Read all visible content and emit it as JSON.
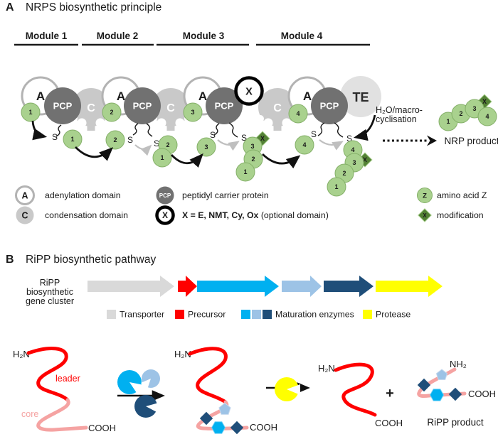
{
  "colors": {
    "amino_green": "#A9D18E",
    "modification_green": "#538135",
    "condensation_gray": "#C9C9C9",
    "pcp_gray": "#717171",
    "te_gray": "#E1E1E1",
    "transporter_gray": "#D9D9D9",
    "precursor_red": "#FF0000",
    "maturation_cyan": "#00B0F0",
    "maturation_lightblue": "#9DC3E6",
    "maturation_navy": "#1F4E79",
    "protease_yellow": "#FFFF00",
    "leader_red": "#FF0000",
    "core_pink": "#F5A3A2"
  },
  "panel_a": {
    "label": "A",
    "title": "NRPS biosynthetic principle",
    "modules": {
      "m1": "Module 1",
      "m2": "Module 2",
      "m3": "Module 3",
      "m4": "Module 4"
    },
    "domain_a": "A",
    "domain_c": "C",
    "domain_pcp": "PCP",
    "domain_x": "X",
    "domain_te": "TE",
    "s": "S",
    "nums": {
      "n1": "1",
      "n2": "2",
      "n3": "3",
      "n4": "4"
    },
    "mod_x": "X",
    "cyclisation_line1": "H₂O/macro-",
    "cyclisation_line2": "cyclisation",
    "nrp_product": "NRP product",
    "legend": {
      "adenylation": "adenylation domain",
      "condensation": "condensation domain",
      "pcp": "peptidyl carrier protein",
      "x_bold": "X = E, NMT, Cy, Ox",
      "x_note": " (optional domain)",
      "z": "Z",
      "amino_acid": "amino acid Z",
      "modification": "modification"
    }
  },
  "panel_b": {
    "label": "B",
    "title": "RiPP biosynthetic pathway",
    "cluster_line1": "RiPP",
    "cluster_line2": "biosynthetic",
    "cluster_line3": "gene cluster",
    "legend": {
      "transporter": "Transporter",
      "precursor": "Precursor",
      "maturation": "Maturation enzymes",
      "protease": "Protease"
    },
    "h2n": "H₂N",
    "cooh": "COOH",
    "nh2": "NH₂",
    "leader": "leader",
    "core": "core",
    "plus": "+",
    "ripp_product": "RiPP product"
  }
}
